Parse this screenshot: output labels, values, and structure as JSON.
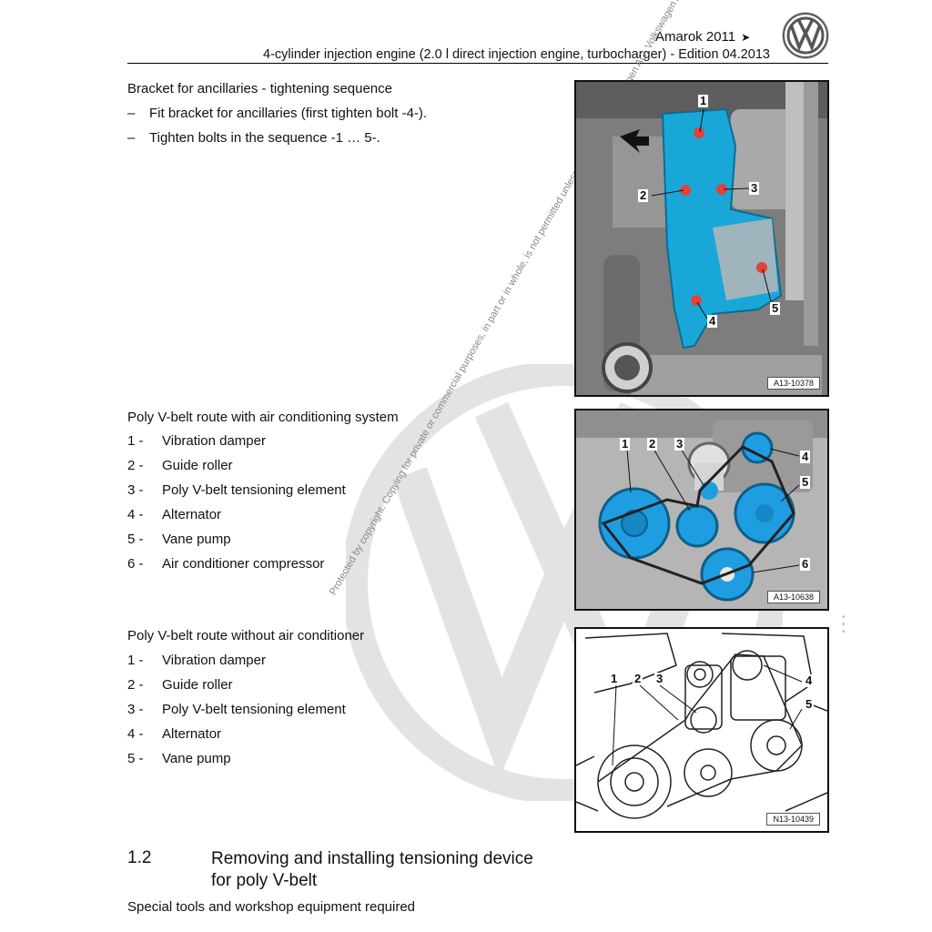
{
  "header": {
    "model": "Amarok 2011",
    "subtitle": "4-cylinder injection engine (2.0 l direct injection engine, turbocharger) - Edition 04.2013",
    "logo": "vw-logo"
  },
  "bracket": {
    "heading": "Bracket for ancillaries - tightening sequence",
    "steps": [
      {
        "bullet": "–",
        "text": "Fit bracket for ancillaries (first tighten bolt -4-)."
      },
      {
        "bullet": "–",
        "text": "Tighten bolts in the sequence -1 … 5-."
      }
    ],
    "figure_id": "A13-10378",
    "callouts": [
      "1",
      "2",
      "3",
      "4",
      "5"
    ]
  },
  "with_ac": {
    "heading": "Poly V-belt route with air conditioning system",
    "items": [
      {
        "num": "1 -",
        "label": "Vibration damper"
      },
      {
        "num": "2 -",
        "label": "Guide roller"
      },
      {
        "num": "3 -",
        "label": "Poly V-belt tensioning element"
      },
      {
        "num": "4 -",
        "label": "Alternator"
      },
      {
        "num": "5 -",
        "label": "Vane pump"
      },
      {
        "num": "6 -",
        "label": "Air conditioner compressor"
      }
    ],
    "figure_id": "A13-10638",
    "callouts": [
      "1",
      "2",
      "3",
      "4",
      "5",
      "6"
    ]
  },
  "without_ac": {
    "heading": "Poly V-belt route without air conditioner",
    "items": [
      {
        "num": "1 -",
        "label": "Vibration damper"
      },
      {
        "num": "2 -",
        "label": "Guide roller"
      },
      {
        "num": "3 -",
        "label": "Poly V-belt tensioning element"
      },
      {
        "num": "4 -",
        "label": "Alternator"
      },
      {
        "num": "5 -",
        "label": "Vane pump"
      }
    ],
    "figure_id": "N13-10439",
    "callouts": [
      "1",
      "2",
      "3",
      "4",
      "5"
    ]
  },
  "section": {
    "number": "1.2",
    "title": "Removing and installing tensioning device for poly V-belt",
    "subheading": "Special tools and workshop equipment required"
  },
  "watermark": {
    "text": "Protected by copyright. Copying for private or commercial purposes, in part or in whole, is not permitted unless authorised by Volkswagen AG. Volkswagen AG does not guarantee or accept any liability with respect to the correctness of information"
  },
  "colors": {
    "bracket_fill": "#19a7d8",
    "pulley_fill": "#1e9ee0",
    "bolt_red": "#e3413a",
    "engine_gray": "#8c8c8c"
  }
}
